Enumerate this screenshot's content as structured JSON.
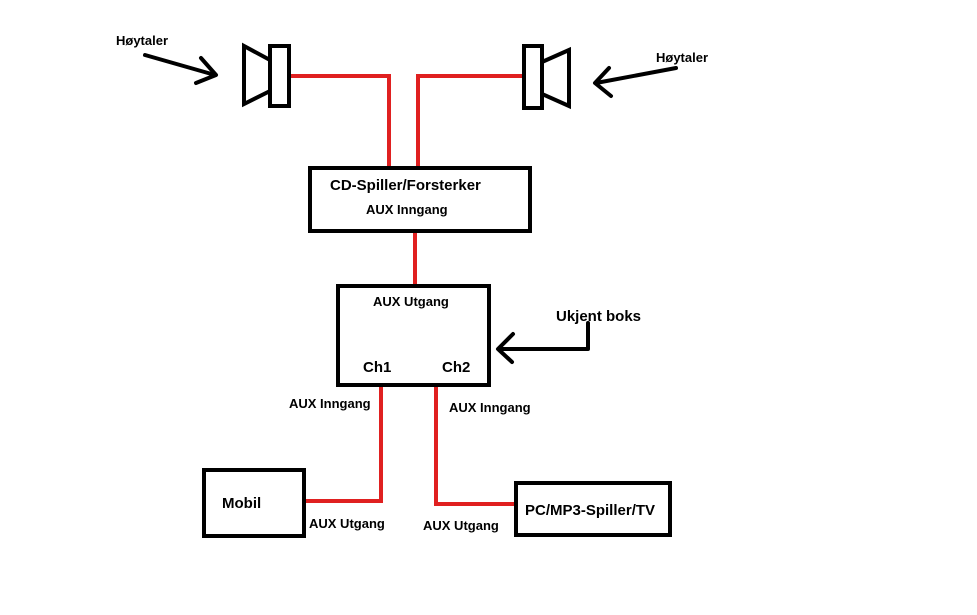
{
  "speakers": {
    "left_label": "Høytaler",
    "right_label": "Høytaler"
  },
  "amplifier": {
    "title": "CD-Spiller/Forsterker",
    "subtitle": "AUX Inngang"
  },
  "unknown_box": {
    "top_label": "AUX Utgang",
    "ch1_label": "Ch1",
    "ch2_label": "Ch2",
    "pointer_label": "Ukjent boks"
  },
  "ch1_input_label": "AUX Inngang",
  "ch2_input_label": "AUX Inngang",
  "mobile": {
    "title": "Mobil",
    "output_label": "AUX Utgang"
  },
  "pc": {
    "title": "PC/MP3-Spiller/TV",
    "output_label": "AUX Utgang"
  },
  "colors": {
    "wire": "#e02020",
    "outline": "#000000"
  }
}
